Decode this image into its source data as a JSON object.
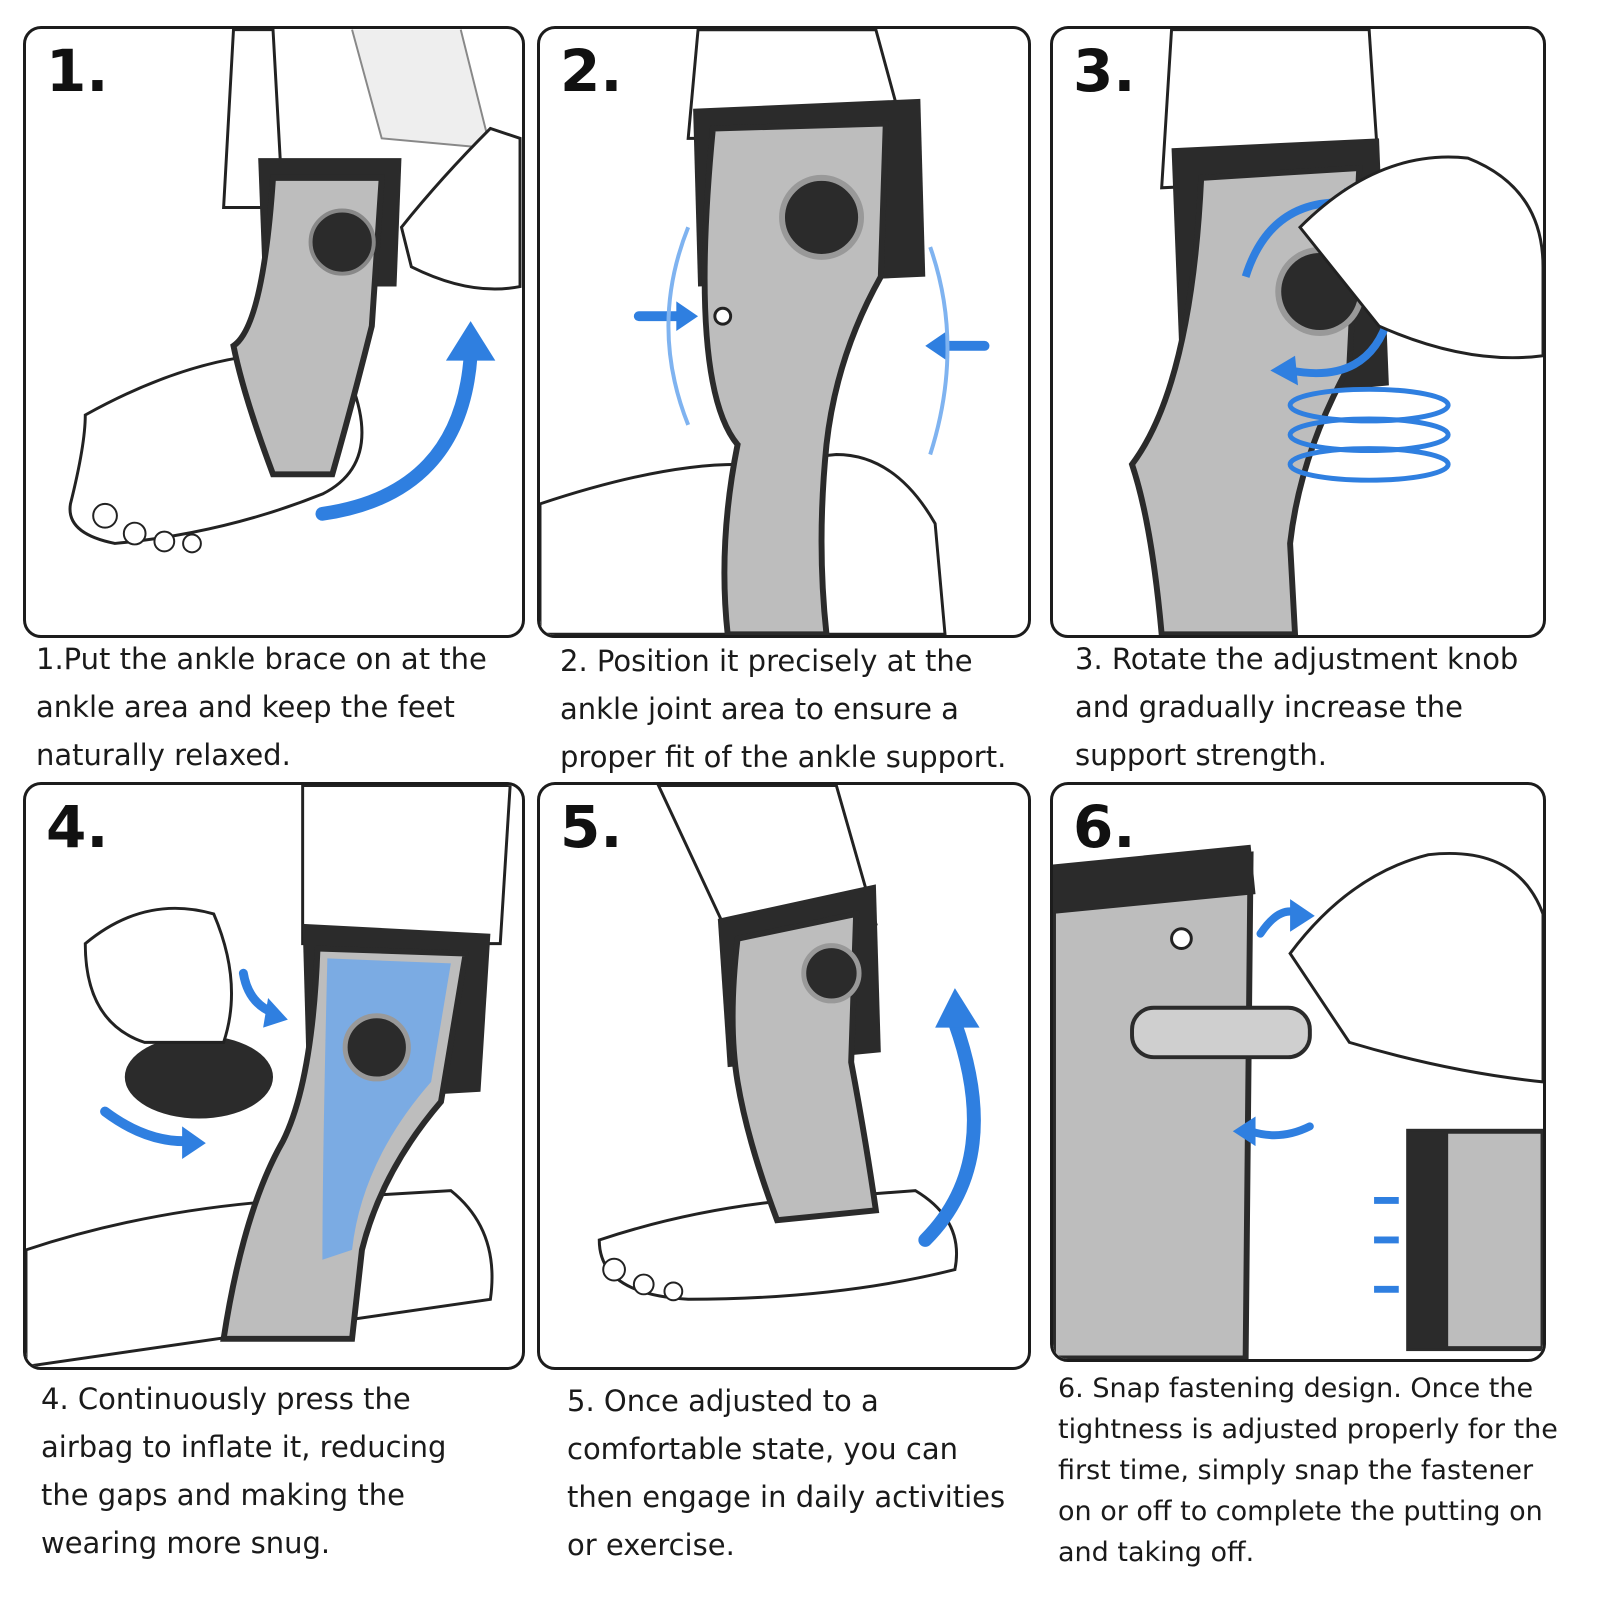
{
  "colors": {
    "border": "#1c1c1c",
    "brace_gray": "#bdbdbd",
    "brace_dark": "#2b2b2b",
    "accent_blue": "#2f7fe0",
    "skin": "#ffffff"
  },
  "steps": [
    {
      "number": "1.",
      "caption": "1.Put the ankle brace on at the ankle area and keep the feet naturally relaxed."
    },
    {
      "number": "2.",
      "caption": "2. Position it precisely at the ankle joint area to ensure a proper fit of the ankle support."
    },
    {
      "number": "3.",
      "caption": "3. Rotate the adjustment knob and gradually increase the support strength."
    },
    {
      "number": "4.",
      "caption": "4. Continuously press the airbag to inflate it, reducing the gaps and making the wearing more snug."
    },
    {
      "number": "5.",
      "caption": "5. Once adjusted to a comfortable state, you can then engage in daily activities or exercise."
    },
    {
      "number": "6.",
      "caption": "6. Snap fastening design. Once the tightness is adjusted properly for the first time, simply snap the fastener on or off to complete the putting on and taking off."
    }
  ]
}
